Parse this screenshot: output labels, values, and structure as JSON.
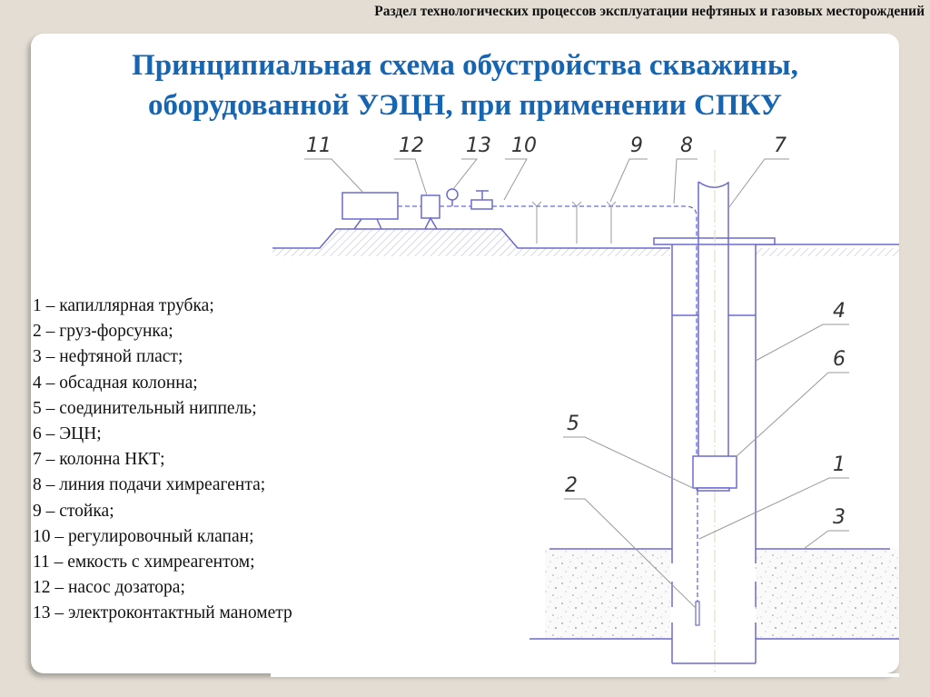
{
  "header": {
    "section_label": "Раздел технологических процессов эксплуатации нефтяных и газовых месторождений"
  },
  "slide": {
    "title_line1": "Принципиальная схема обустройства скважины,",
    "title_line2": "оборудованной УЭЦН, при применении СПКУ",
    "title_color": "#1565b3"
  },
  "legend": {
    "items": [
      {
        "num": "1",
        "text": "1 – капиллярная трубка;"
      },
      {
        "num": "2",
        "text": "2 – груз-форсунка;"
      },
      {
        "num": "3",
        "text": "3 – нефтяной пласт;"
      },
      {
        "num": "4",
        "text": "4 – обсадная колонна;"
      },
      {
        "num": "5",
        "text": "5 – соединительный ниппель;"
      },
      {
        "num": "6",
        "text": "6 – ЭЦН;"
      },
      {
        "num": "7",
        "text": "7 – колонна НКТ;"
      },
      {
        "num": "8",
        "text": "8 – линия подачи химреагента;"
      },
      {
        "num": "9",
        "text": "9 – стойка;"
      },
      {
        "num": "10",
        "text": "10 – регулировочный клапан;"
      },
      {
        "num": "11",
        "text": "11 – емкость с химреагентом;"
      },
      {
        "num": "12",
        "text": "12 – насос дозатора;"
      },
      {
        "num": "13",
        "text": "13 – электроконтактный манометр"
      }
    ]
  },
  "diagram": {
    "line_color": "#6a6ad0",
    "leader_color": "#9a9a9a",
    "callouts": {
      "c11": "11",
      "c12": "12",
      "c13": "13",
      "c10": "10",
      "c9": "9",
      "c8": "8",
      "c7": "7",
      "c4": "4",
      "c6": "6",
      "c5": "5",
      "c1": "1",
      "c2": "2",
      "c3": "3"
    }
  }
}
